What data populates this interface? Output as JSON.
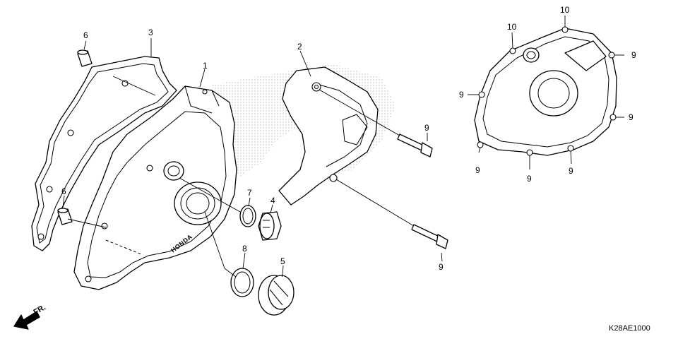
{
  "diagram": {
    "diagram_code": "K28AE1000",
    "brand_mark": "HONDA",
    "forward_label": "FR.",
    "callouts": {
      "part1": "1",
      "part2": "2",
      "part3": "3",
      "part4": "4",
      "part5": "5",
      "part6_top": "6",
      "part6_bottom": "6",
      "part7": "7",
      "part8": "8",
      "part9_bolt_upper": "9",
      "part9_bolt_lower": "9",
      "part9_right_topright": "9",
      "part9_right_left": "9",
      "part9_right_right": "9",
      "part9_right_bottomleft": "9",
      "part9_right_bottom1": "9",
      "part9_right_bottom2": "9",
      "part10_top": "10",
      "part10_left": "10"
    },
    "colors": {
      "line": "#000000",
      "background": "#ffffff",
      "watermark": "#b8b8b8"
    }
  }
}
